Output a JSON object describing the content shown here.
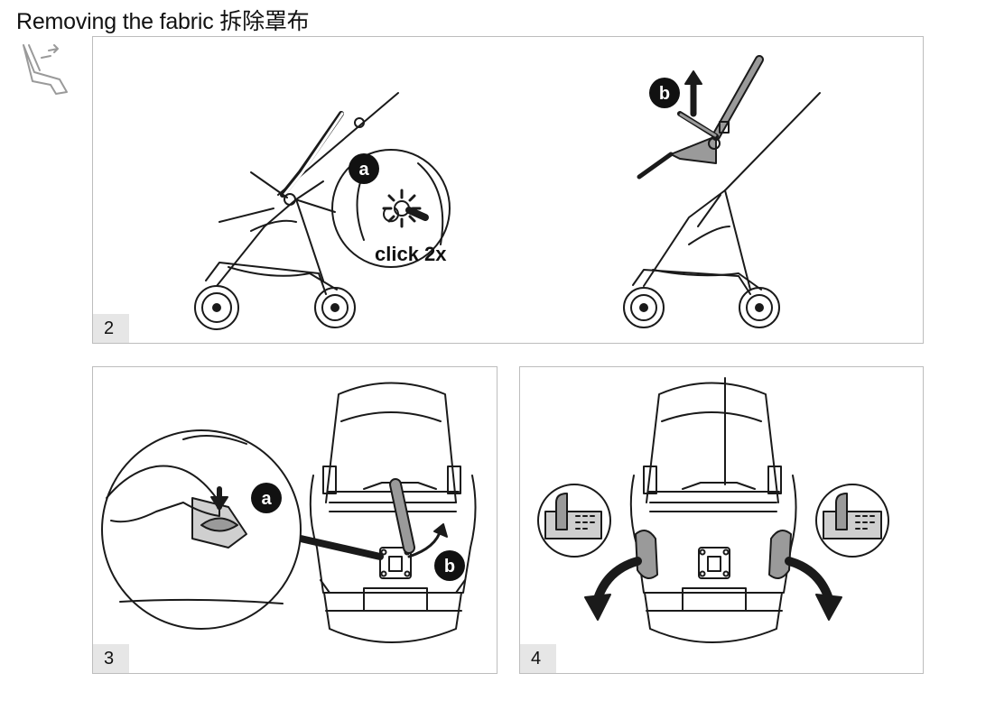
{
  "header": {
    "title_en": "Removing the fabric",
    "title_zh": "拆除罩布"
  },
  "panels": {
    "step2": {
      "number": "2",
      "label_a": "a",
      "label_b": "b",
      "click_text": "click 2x"
    },
    "step3": {
      "number": "3",
      "label_a": "a",
      "label_b": "b"
    },
    "step4": {
      "number": "4"
    }
  },
  "icons": {
    "side_icon": "seat-recline-icon"
  },
  "colors": {
    "line": "#1a1a1a",
    "fill_gray": "#9a9a9a",
    "light_gray": "#cfcfcf",
    "panel_border": "#bdbdbd",
    "number_bg": "#e6e6e6"
  }
}
